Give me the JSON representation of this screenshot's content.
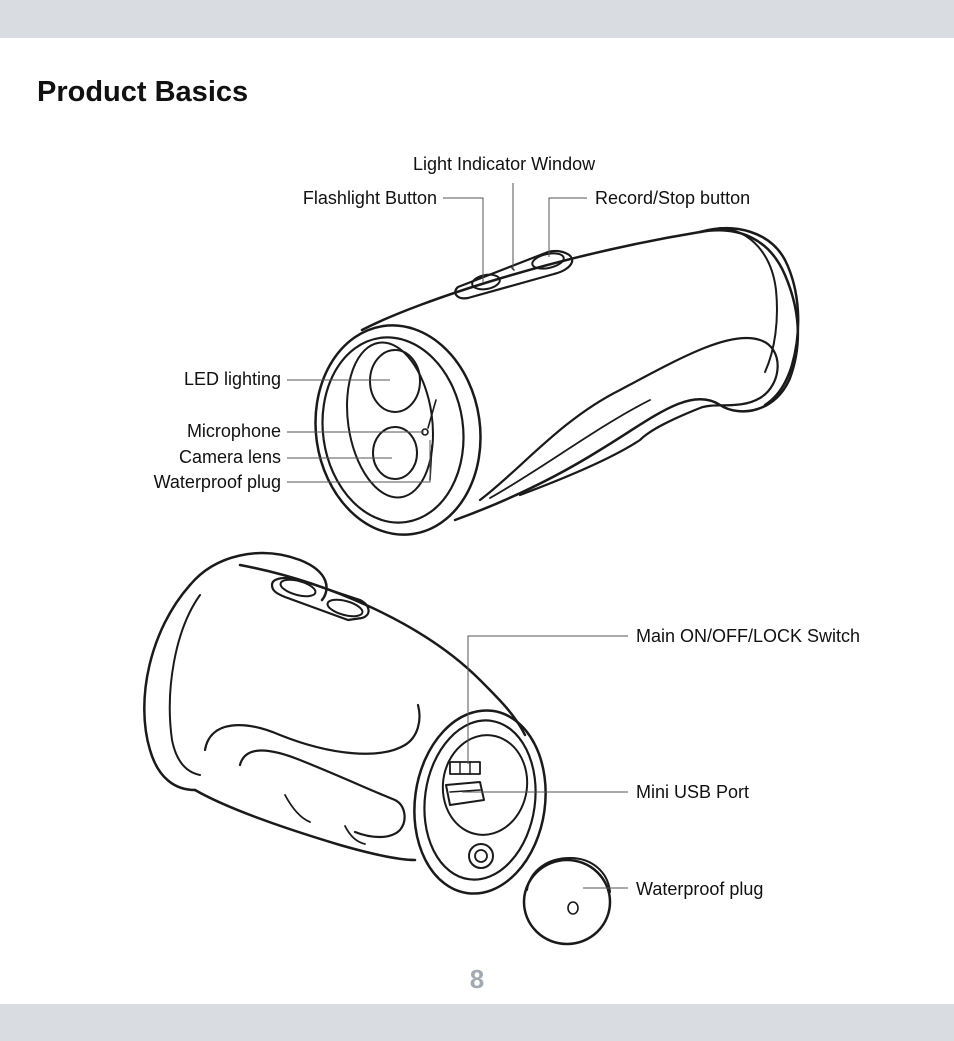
{
  "page": {
    "title": "Product Basics",
    "page_number": "8",
    "page_number_color": "#a3a9b1",
    "band_color": "#d9dce1"
  },
  "top_view": {
    "labels": {
      "light_indicator_window": "Light Indicator Window",
      "flashlight_button": "Flashlight Button",
      "record_stop_button": "Record/Stop button",
      "led_lighting": "LED lighting",
      "microphone": "Microphone",
      "camera_lens": "Camera lens",
      "waterproof_plug": "Waterproof plug"
    }
  },
  "bottom_view": {
    "labels": {
      "main_switch": "Main ON/OFF/LOCK Switch",
      "mini_usb_port": "Mini USB Port",
      "waterproof_plug": "Waterproof plug"
    }
  }
}
